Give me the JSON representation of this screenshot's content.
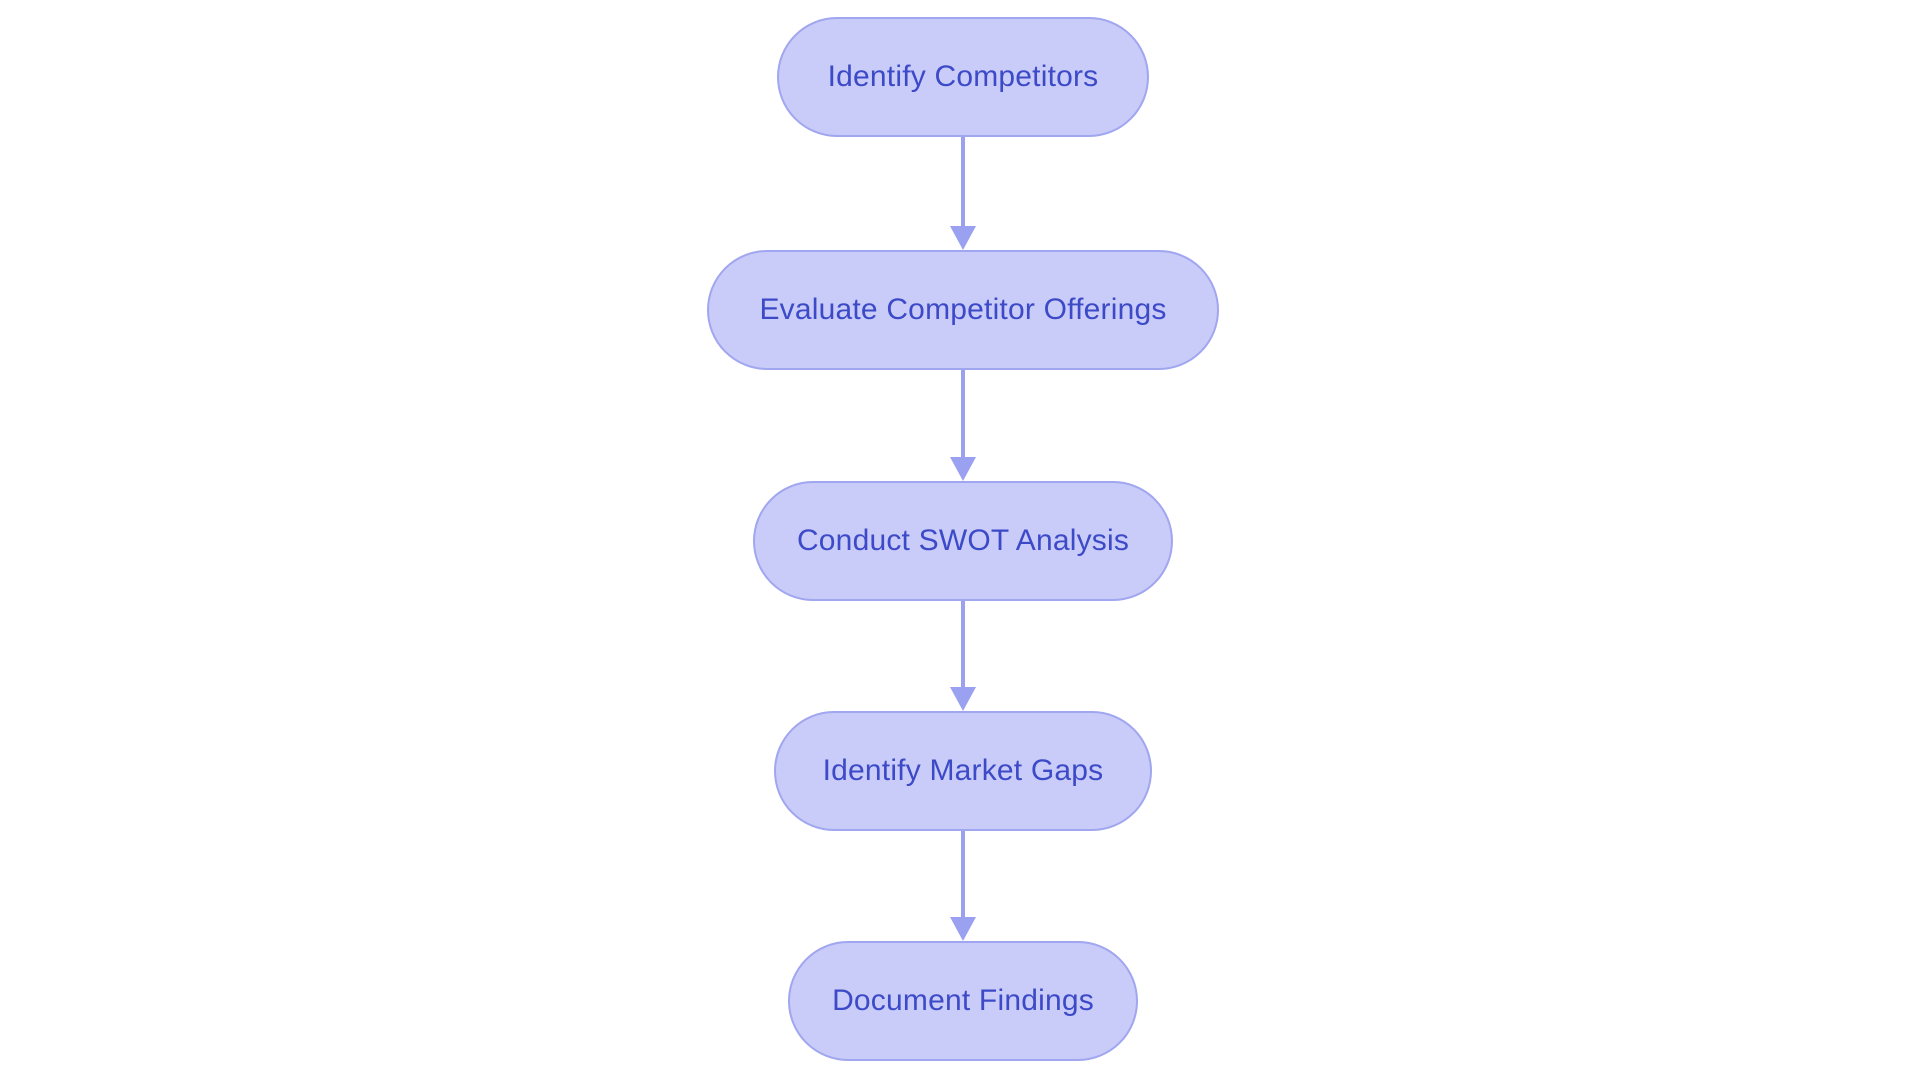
{
  "flowchart": {
    "nodes": [
      {
        "id": "identify-competitors",
        "label": "Identify Competitors"
      },
      {
        "id": "evaluate-competitor-offerings",
        "label": "Evaluate Competitor Offerings"
      },
      {
        "id": "conduct-swot-analysis",
        "label": "Conduct SWOT Analysis"
      },
      {
        "id": "identify-market-gaps",
        "label": "Identify Market Gaps"
      },
      {
        "id": "document-findings",
        "label": "Document Findings"
      }
    ],
    "edges": [
      {
        "from": "identify-competitors",
        "to": "evaluate-competitor-offerings"
      },
      {
        "from": "evaluate-competitor-offerings",
        "to": "conduct-swot-analysis"
      },
      {
        "from": "conduct-swot-analysis",
        "to": "identify-market-gaps"
      },
      {
        "from": "identify-market-gaps",
        "to": "document-findings"
      }
    ]
  },
  "theme": {
    "background": "#ffffff",
    "node-fill": "#c9cbf8",
    "node-border": "#a0a6ef",
    "node-text": "#3c4ac8",
    "arrow-color": "#99a1f0"
  }
}
